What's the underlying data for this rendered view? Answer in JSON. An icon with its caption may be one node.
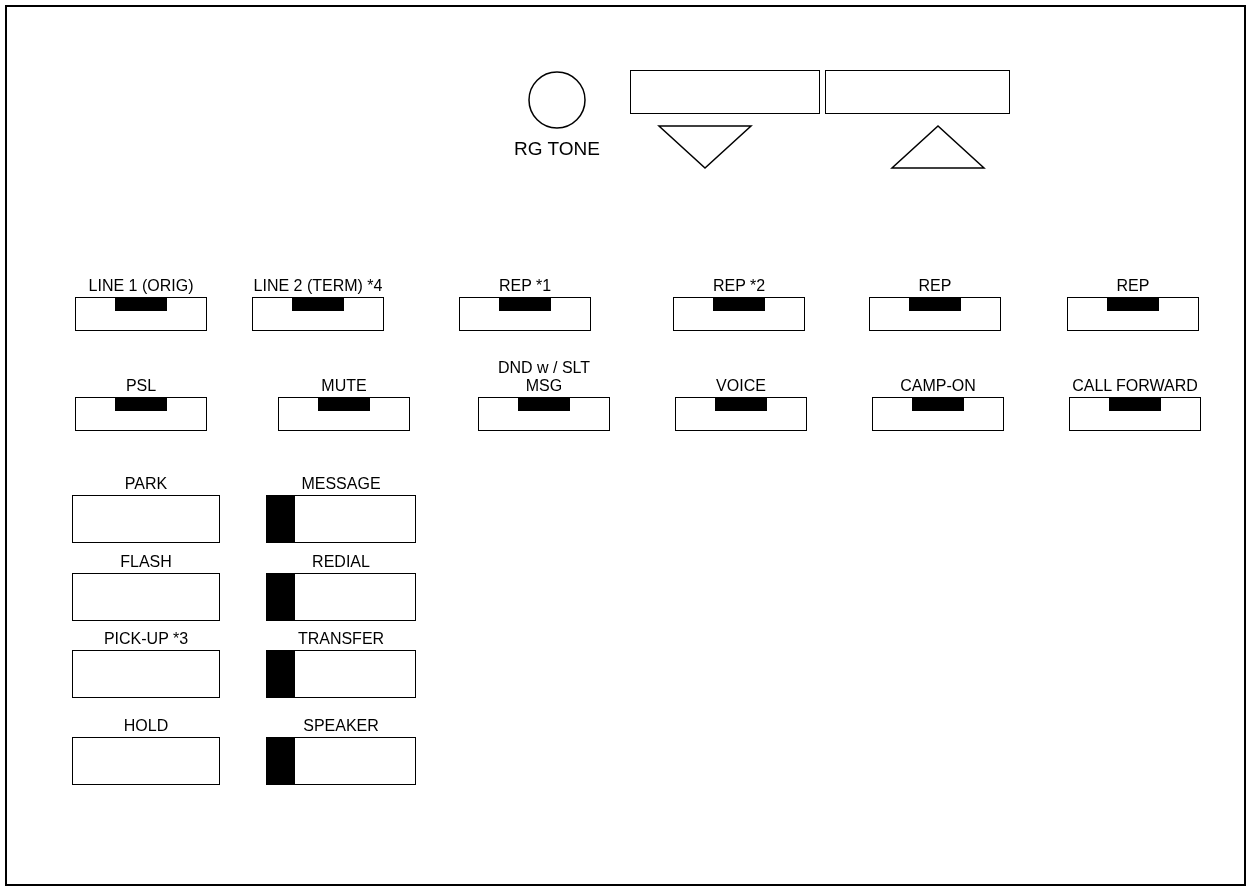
{
  "diagram": {
    "nodes": [
      {
        "text": [
          "RG TONE"
        ]
      },
      {
        "text": [],
        "shape": "box"
      },
      {
        "text": [],
        "shape": "box"
      },
      {
        "text": [
          "LINE 1 (ORIG)"
        ]
      },
      {
        "text": [
          "LINE 2 (TERM) *4"
        ]
      },
      {
        "text": [
          "REP *1"
        ]
      },
      {
        "text": [
          "REP *2"
        ]
      },
      {
        "text": [
          "REP"
        ]
      },
      {
        "text": [
          "REP"
        ]
      },
      {
        "text": [
          "PSL"
        ]
      },
      {
        "text": [
          "MUTE"
        ]
      },
      {
        "text": [
          "DND w / SLT MSG"
        ]
      },
      {
        "text": [
          "VOICE"
        ]
      },
      {
        "text": [
          "CAMP-ON"
        ]
      },
      {
        "text": [
          "CALL FORWARD"
        ]
      },
      {
        "text": [
          "PARK"
        ]
      },
      {
        "text": [
          "MESSAGE"
        ]
      },
      {
        "text": [
          "FLASH"
        ]
      },
      {
        "text": [
          "REDIAL"
        ]
      },
      {
        "text": [
          "PICK-UP *3"
        ]
      },
      {
        "text": [
          "TRANSFER"
        ]
      },
      {
        "text": [
          "HOLD"
        ]
      },
      {
        "text": [
          "SPEAKER"
        ]
      }
    ]
  }
}
